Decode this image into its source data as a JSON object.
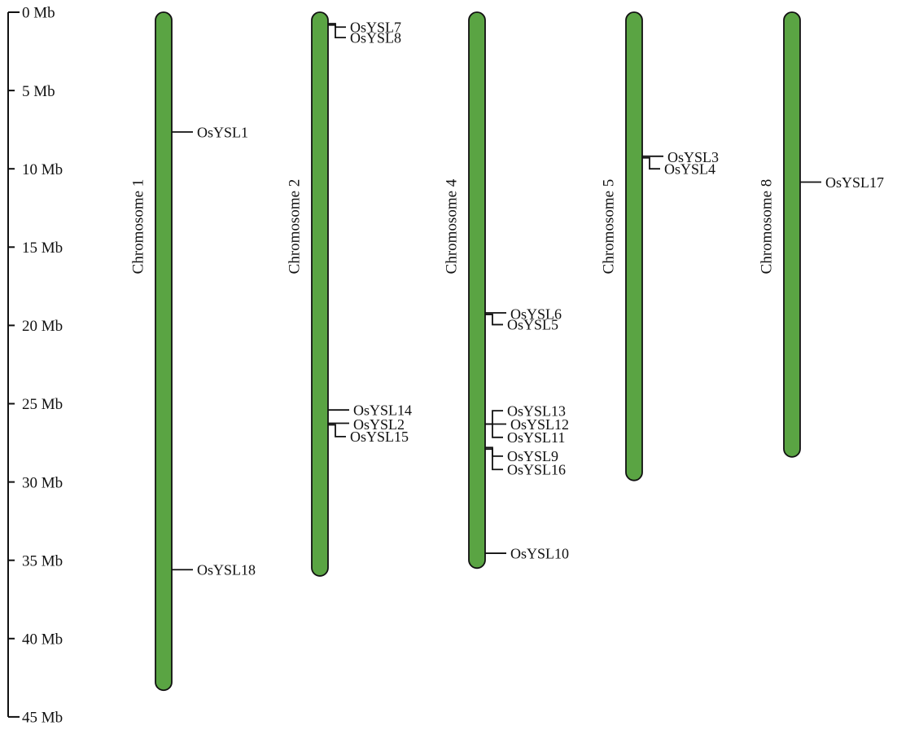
{
  "figure": {
    "description_unit": "Mb"
  },
  "chart_data": {
    "type": "chromosome-map",
    "unit": "Mb",
    "axis": {
      "min": 0,
      "max": 45,
      "ticks": [
        {
          "value": 0,
          "label": "0 Mb"
        },
        {
          "value": 5,
          "label": "5 Mb"
        },
        {
          "value": 10,
          "label": "10 Mb"
        },
        {
          "value": 15,
          "label": "15 Mb"
        },
        {
          "value": 20,
          "label": "20 Mb"
        },
        {
          "value": 25,
          "label": "25 Mb"
        },
        {
          "value": 30,
          "label": "30 Mb"
        },
        {
          "value": 35,
          "label": "35 Mb"
        },
        {
          "value": 40,
          "label": "40 Mb"
        },
        {
          "value": 45,
          "label": "45 Mb"
        }
      ]
    },
    "colors": {
      "chromosome_fill": "#5aa443",
      "chromosome_stroke": "#111111",
      "connector": "#111111",
      "text": "#111111",
      "background": "#ffffff"
    },
    "chromosomes": [
      {
        "name": "Chromosome 1",
        "length_mb": 43.3,
        "genes": [
          {
            "name": "OsYSL1",
            "position_mb": 7.65,
            "label_mb": 7.65
          },
          {
            "name": "OsYSL18",
            "position_mb": 35.6,
            "label_mb": 35.6
          }
        ]
      },
      {
        "name": "Chromosome 2",
        "length_mb": 36.0,
        "genes": [
          {
            "name": "OsYSL7",
            "position_mb": 0.73,
            "label_mb": 0.95
          },
          {
            "name": "OsYSL8",
            "position_mb": 0.82,
            "label_mb": 1.62
          },
          {
            "name": "OsYSL14",
            "position_mb": 25.4,
            "label_mb": 25.4
          },
          {
            "name": "OsYSL2",
            "position_mb": 26.25,
            "label_mb": 26.3
          },
          {
            "name": "OsYSL15",
            "position_mb": 26.35,
            "label_mb": 27.1
          }
        ]
      },
      {
        "name": "Chromosome 4",
        "length_mb": 35.5,
        "genes": [
          {
            "name": "OsYSL6",
            "position_mb": 19.2,
            "label_mb": 19.25
          },
          {
            "name": "OsYSL5",
            "position_mb": 19.3,
            "label_mb": 19.95
          },
          {
            "name": "OsYSL13",
            "position_mb": 26.3,
            "label_mb": 25.45
          },
          {
            "name": "OsYSL12",
            "position_mb": 26.3,
            "label_mb": 26.3
          },
          {
            "name": "OsYSL11",
            "position_mb": 26.3,
            "label_mb": 27.15
          },
          {
            "name": "OsYSL9",
            "position_mb": 27.8,
            "label_mb": 28.35
          },
          {
            "name": "OsYSL16",
            "position_mb": 27.9,
            "label_mb": 29.2
          },
          {
            "name": "OsYSL10",
            "position_mb": 34.55,
            "label_mb": 34.55
          }
        ]
      },
      {
        "name": "Chromosome 5",
        "length_mb": 29.9,
        "genes": [
          {
            "name": "OsYSL3",
            "position_mb": 9.2,
            "label_mb": 9.25
          },
          {
            "name": "OsYSL4",
            "position_mb": 9.3,
            "label_mb": 10.0
          }
        ]
      },
      {
        "name": "Chromosome 8",
        "length_mb": 28.4,
        "genes": [
          {
            "name": "OsYSL17",
            "position_mb": 10.85,
            "label_mb": 10.85
          }
        ]
      }
    ]
  }
}
